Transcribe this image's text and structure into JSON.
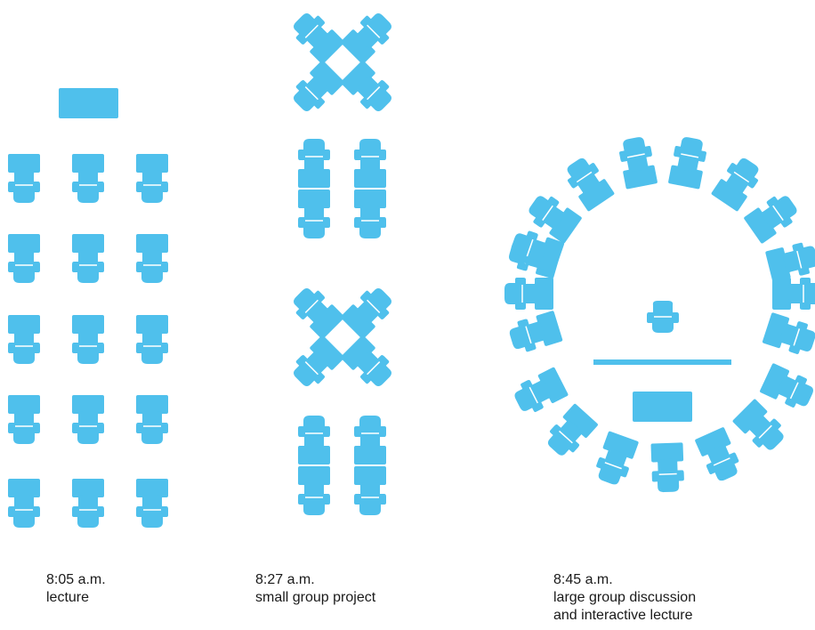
{
  "colors": {
    "furniture": "#4fc0ec",
    "background": "#ffffff",
    "text": "#1a1a1a"
  },
  "icons": {
    "seat": "chair-with-desk-icon",
    "table": "instructor-table-icon",
    "divider": "divider-line"
  },
  "layouts": [
    {
      "id": "lecture",
      "time": "8:05 a.m.",
      "description_lines": [
        "lecture"
      ]
    },
    {
      "id": "small-group",
      "time": "8:27 a.m.",
      "description_lines": [
        "small group project"
      ]
    },
    {
      "id": "large-group",
      "time": "8:45 a.m.",
      "description_lines": [
        "large group discussion",
        "and interactive lecture"
      ]
    }
  ]
}
